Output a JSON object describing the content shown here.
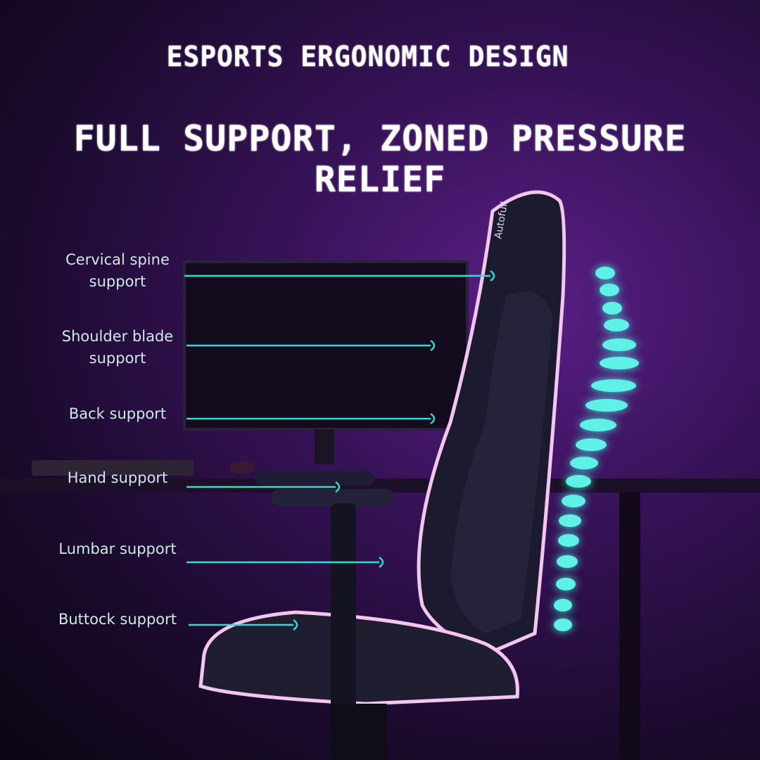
{
  "headline": "ESPORTS ERGONOMIC DESIGN",
  "subheadline": "FULL SUPPORT, ZONED PRESSURE RELIEF",
  "accent_color": "#34d9d2",
  "trim_color": "#f3c6f0",
  "callouts": [
    {
      "label": "Cervical spine support"
    },
    {
      "label": "Shoulder blade support"
    },
    {
      "label": "Back support"
    },
    {
      "label": "Hand support"
    },
    {
      "label": "Lumbar support"
    },
    {
      "label": "Buttock support"
    }
  ]
}
